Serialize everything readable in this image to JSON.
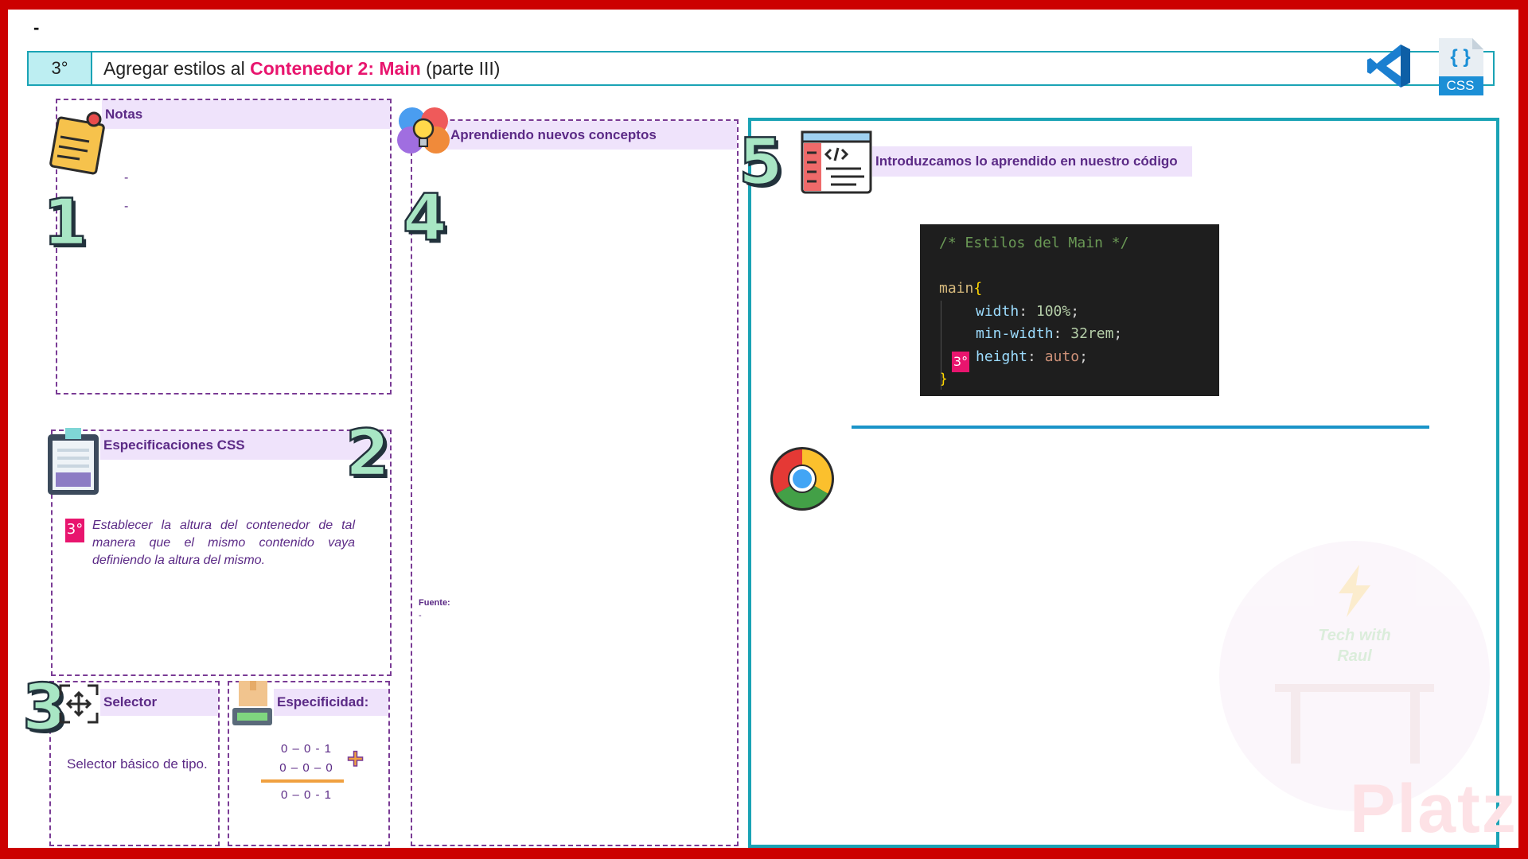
{
  "header": {
    "top_dash": "-",
    "step_label": "3°",
    "title_prefix": "Agregar estilos al ",
    "title_highlight": "Contenedor 2: Main",
    "title_suffix": " (parte III)",
    "css_badge": "CSS",
    "css_braces": "{ }"
  },
  "notes": {
    "number": "1",
    "title": "Notas",
    "items": [
      "-",
      "-"
    ]
  },
  "specs": {
    "number": "2",
    "title": "Especificaciones CSS",
    "badge": "3°",
    "text": "Establecer la altura del contenedor de tal manera que el mismo contenido vaya definiendo la altura del mismo."
  },
  "selector": {
    "number": "3",
    "title": "Selector",
    "text": "Selector básico de tipo."
  },
  "specificity": {
    "title": "Especificidad:",
    "rows": [
      "0 – 0 - 1",
      "0 – 0 – 0"
    ],
    "result": "0 – 0 - 1",
    "plus": "+"
  },
  "concepts": {
    "number": "4",
    "title": "Aprendiendo nuevos conceptos",
    "source_label": "Fuente:",
    "source_value": "-"
  },
  "code_section": {
    "number": "5",
    "title": "Introduzcamos lo aprendido en nuestro código",
    "badge": "3°",
    "comment": "/* Estilos del Main */",
    "selector": "main",
    "open_brace": "{",
    "close_brace": "}",
    "declarations": [
      {
        "prop": "width",
        "value": "100%"
      },
      {
        "prop": "min-width",
        "value": "32rem"
      },
      {
        "prop": "height",
        "value": "auto"
      }
    ]
  },
  "watermark": {
    "brand": "Platzi",
    "logo_line1": "Tech with",
    "logo_line2": "Raul"
  },
  "colors": {
    "frame_red": "#cc0000",
    "accent_pink": "#e8156e",
    "teal": "#1aa3b5",
    "purple": "#5b2a86",
    "band_lavender": "#efe3fb"
  }
}
